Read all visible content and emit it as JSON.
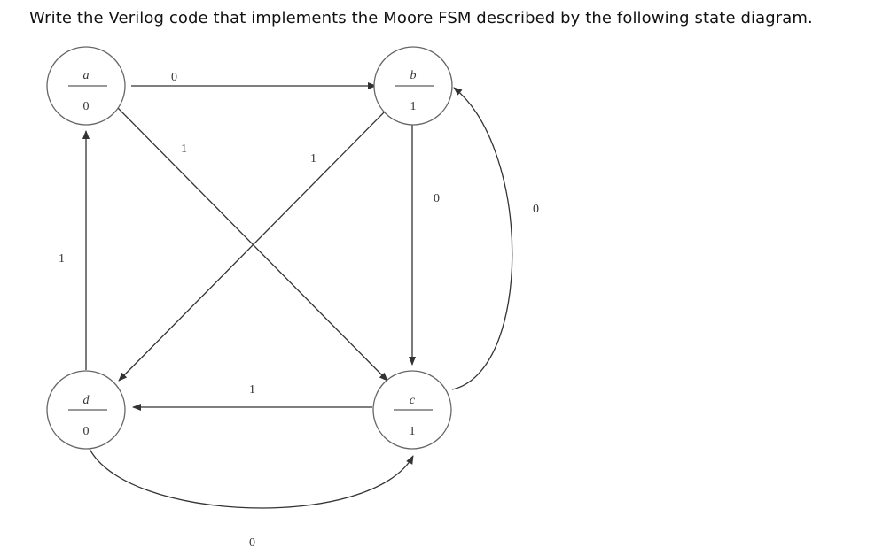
{
  "question": "Write the Verilog code that implements the Moore FSM described by the following state diagram.",
  "states": [
    {
      "id": "a",
      "name": "a",
      "output": "0"
    },
    {
      "id": "b",
      "name": "b",
      "output": "1"
    },
    {
      "id": "c",
      "name": "c",
      "output": "1"
    },
    {
      "id": "d",
      "name": "d",
      "output": "0"
    }
  ],
  "transitions": [
    {
      "from": "a",
      "to": "b",
      "input": "0"
    },
    {
      "from": "a",
      "to": "c",
      "input": "1"
    },
    {
      "from": "b",
      "to": "d",
      "input": "1"
    },
    {
      "from": "b",
      "to": "c",
      "input": "0"
    },
    {
      "from": "c",
      "to": "b",
      "input": "0"
    },
    {
      "from": "c",
      "to": "d",
      "input": "1"
    },
    {
      "from": "d",
      "to": "a",
      "input": "1"
    },
    {
      "from": "d",
      "to": "c",
      "input": "0"
    }
  ]
}
